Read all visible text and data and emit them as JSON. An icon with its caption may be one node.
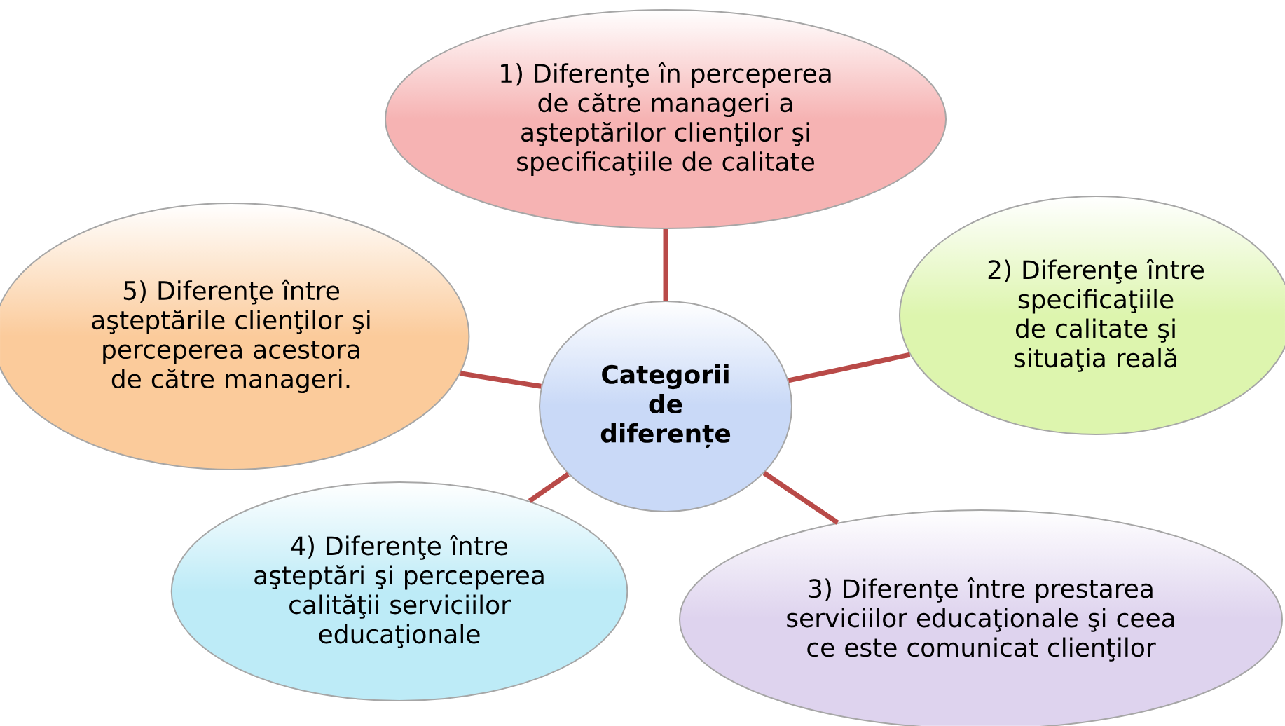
{
  "diagram": {
    "nodes": [
      {
        "text": [
          "Categorii de diferențe"
        ]
      },
      {
        "text": [
          "1) Diferenţe în perceperea de către manageri a aşteptărilor clienţilor şi specificaţiile de calitate"
        ]
      },
      {
        "text": [
          "2) Diferenţe între specificaţiile de calitate şi situaţia reală"
        ]
      },
      {
        "text": [
          "3) Diferenţe între prestarea serviciilor educaţionale şi ceea ce este comunicat clienţilor"
        ]
      },
      {
        "text": [
          "4) Diferenţe între aşteptări şi perceperea calităţii serviciilor educaţionale"
        ]
      },
      {
        "text": [
          "5) Diferenţe între aşteptările clienţilor şi perceperea acestora de către manageri."
        ]
      }
    ],
    "edges": [
      {
        "from": 0,
        "to": 1,
        "arrow": "none"
      },
      {
        "from": 0,
        "to": 2,
        "arrow": "none"
      },
      {
        "from": 0,
        "to": 3,
        "arrow": "none"
      },
      {
        "from": 0,
        "to": 4,
        "arrow": "none"
      },
      {
        "from": 0,
        "to": 5,
        "arrow": "none"
      }
    ]
  }
}
